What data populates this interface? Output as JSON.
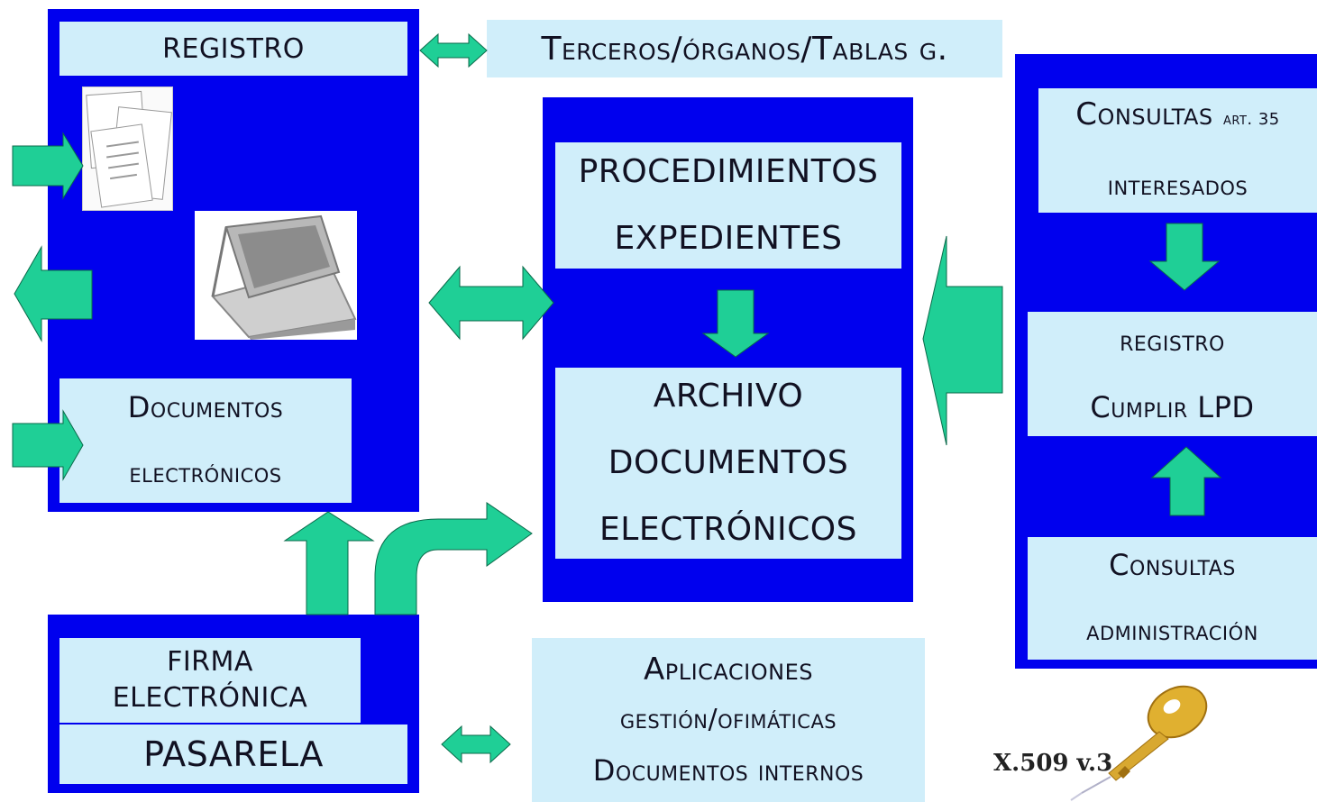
{
  "registro_panel": {
    "header": "REGISTRO",
    "documentos_line1": "Documentos",
    "documentos_line2": "electrónicos"
  },
  "terceros": "Terceros/órganos/Tablas g.",
  "procedimientos_panel": {
    "top_line1": "PROCEDIMIENTOS",
    "top_line2": "EXPEDIENTES",
    "bottom_line1": "ARCHIVO",
    "bottom_line2": "DOCUMENTOS",
    "bottom_line3": "ELECTRÓNICOS"
  },
  "consultas_panel": {
    "top_line1": "Consultas",
    "top_small": "art. 35",
    "top_line2": "interesados",
    "middle_line1": "registro",
    "middle_line2": "Cumplir LPD",
    "bottom_line1": "Consultas",
    "bottom_line2": "administración"
  },
  "pasarela_panel": {
    "firma_line1": "FIRMA",
    "firma_line2": "ELECTRÓNICA",
    "pasarela": "PASARELA"
  },
  "aplicaciones": {
    "line1": "Aplicaciones",
    "line2": "gestión/ofimáticas",
    "line3": "Documentos internos"
  },
  "certificate_label": "X.509 v.3",
  "colors": {
    "panel_blue": "#0000ee",
    "box_light": "#d0eefa",
    "arrow_green": "#1fcf96",
    "key_gold": "#e0b030"
  }
}
